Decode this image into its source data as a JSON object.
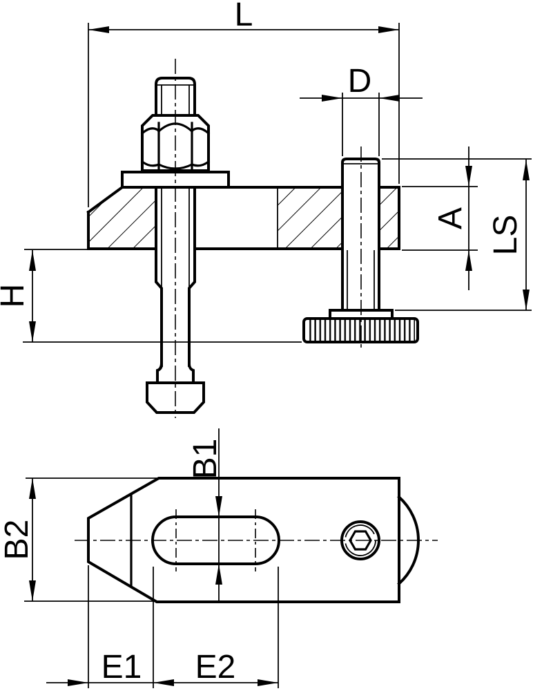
{
  "drawing": {
    "type": "technical-drawing",
    "background_color": "#ffffff",
    "line_color": "#000000",
    "views": {
      "side_view": "sectioned side view of clamp with bolt, hex nut, washer, T-nut and knurled support screw",
      "top_view": "top view of clamp plate with slot and hex-socket support screw"
    },
    "labels": {
      "L": "L",
      "D": "D",
      "A": "A",
      "LS": "LS",
      "H": "H",
      "B1": "B1",
      "B2": "B2",
      "E1": "E1",
      "E2": "E2"
    }
  }
}
